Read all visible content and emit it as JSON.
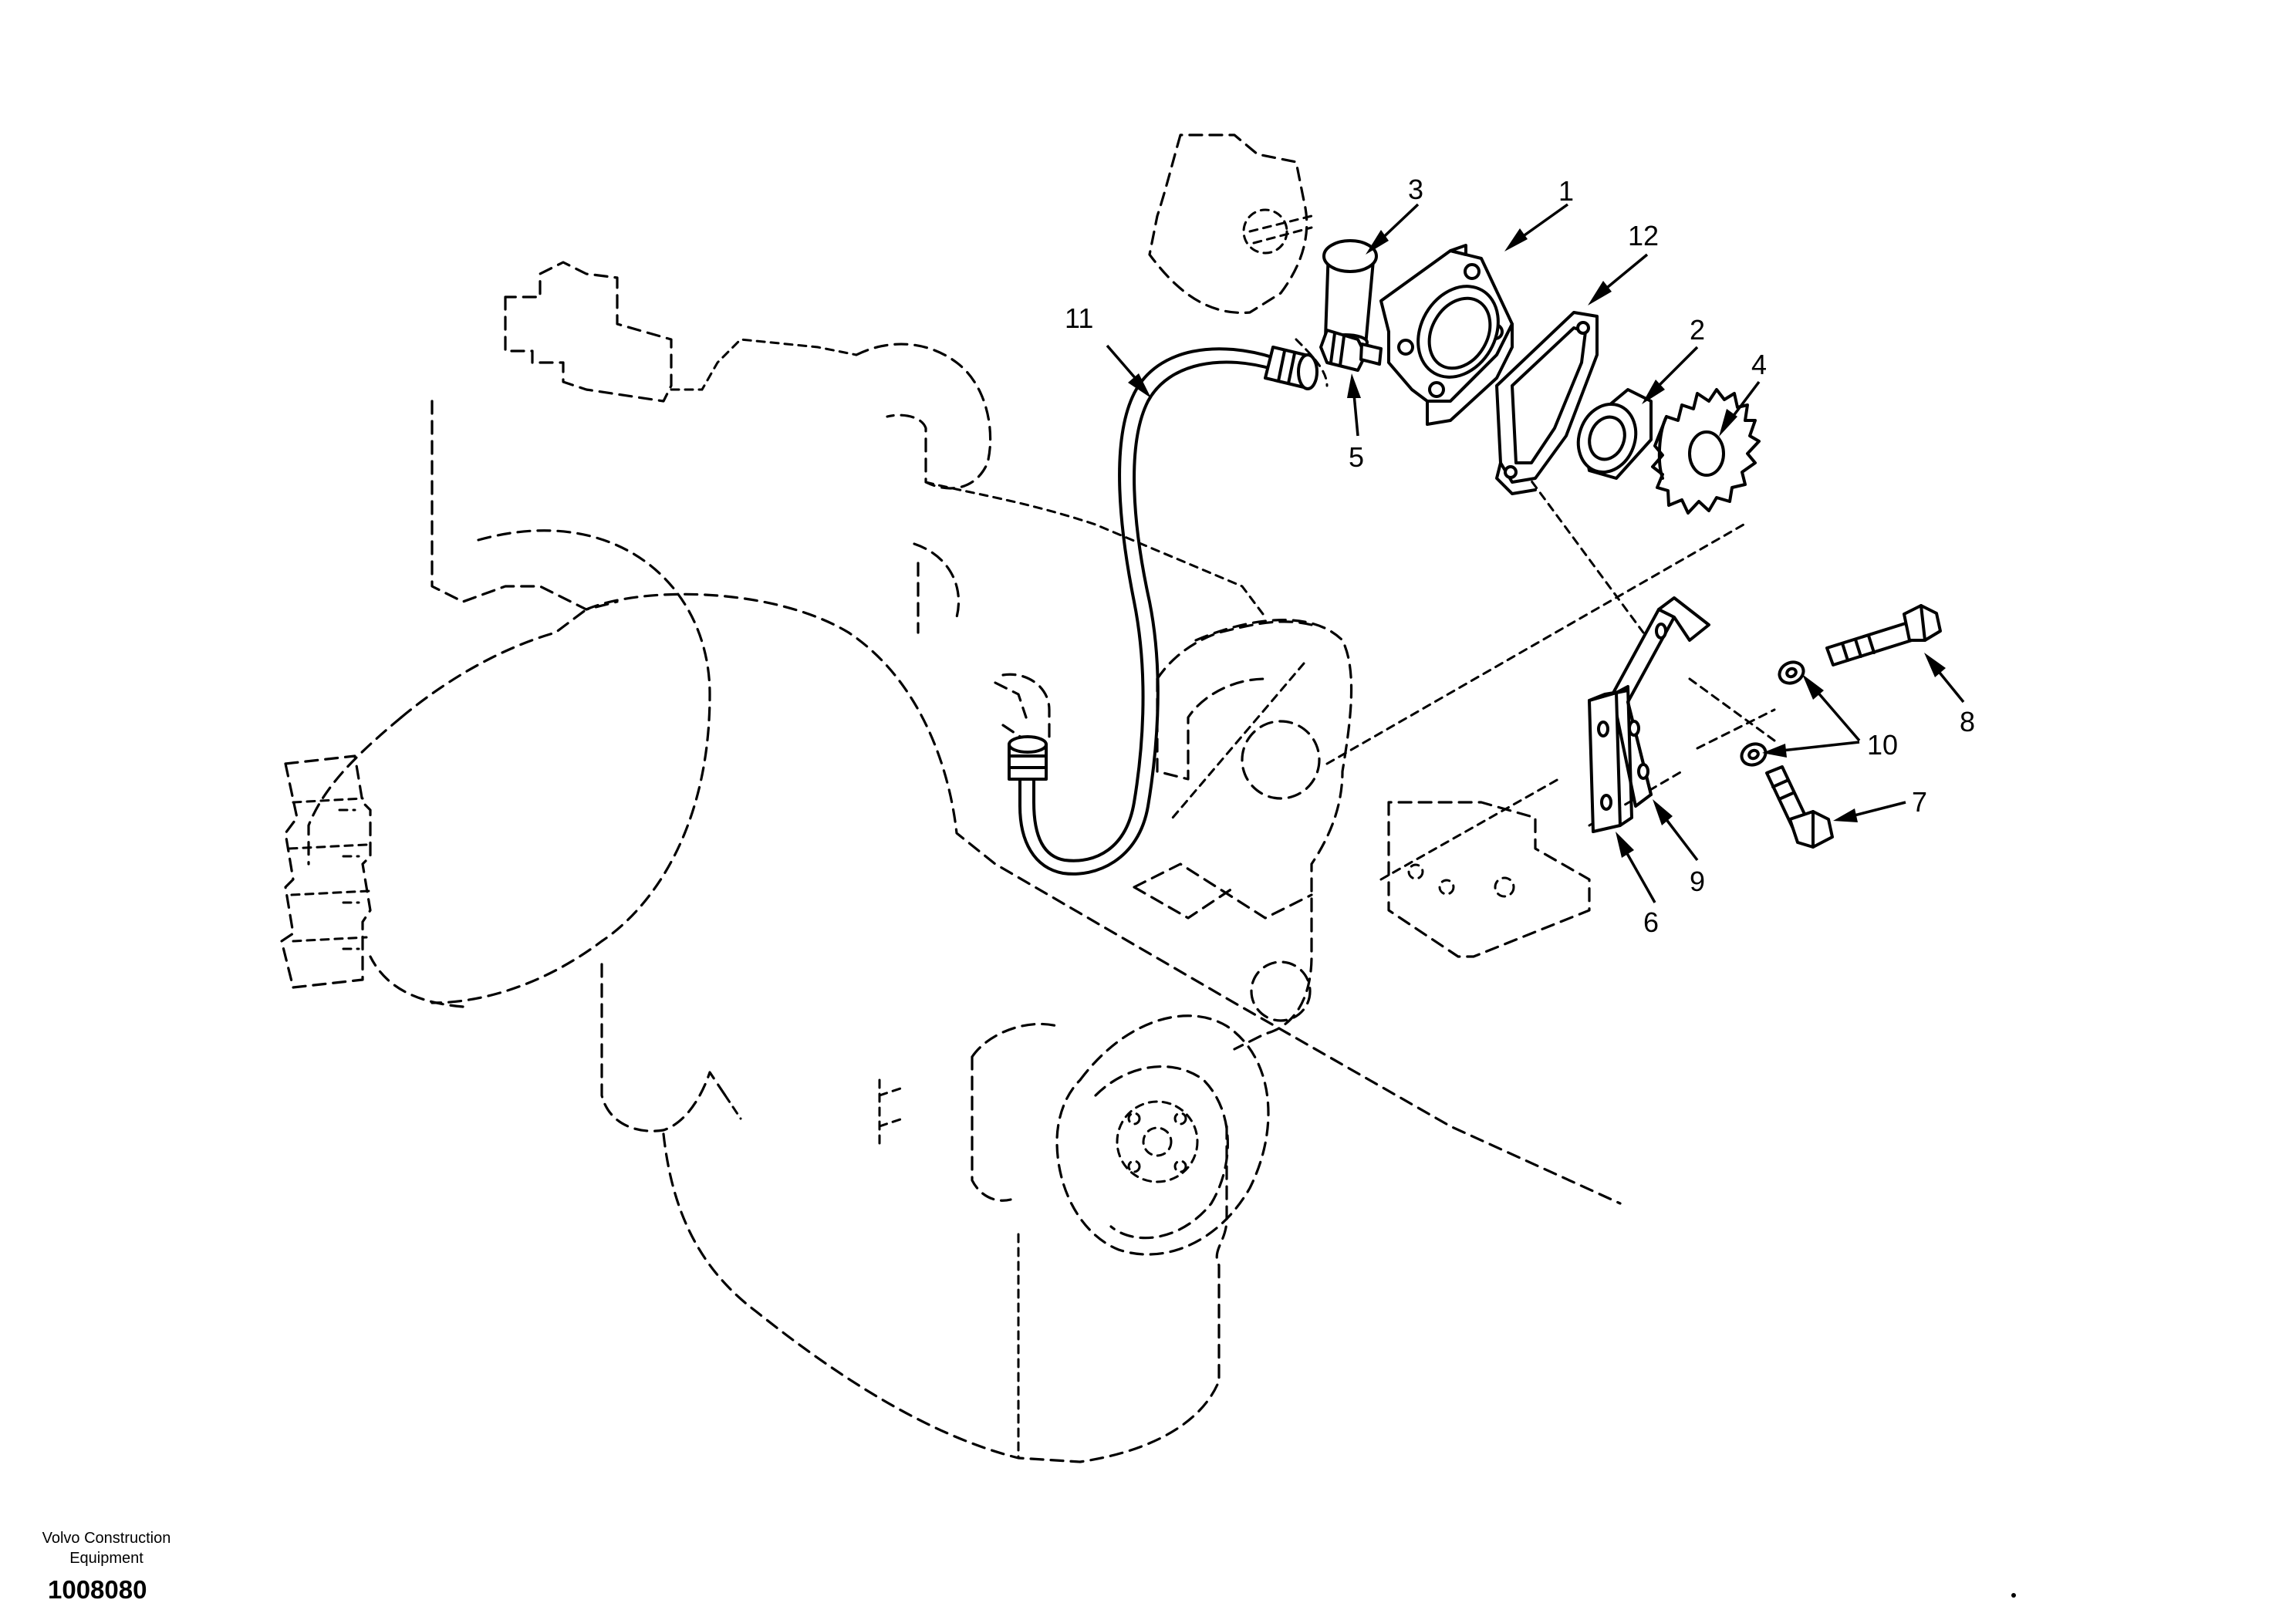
{
  "diagram": {
    "callouts": [
      {
        "id": "callout-1",
        "label": "1"
      },
      {
        "id": "callout-2",
        "label": "2"
      },
      {
        "id": "callout-3",
        "label": "3"
      },
      {
        "id": "callout-4",
        "label": "4"
      },
      {
        "id": "callout-5",
        "label": "5"
      },
      {
        "id": "callout-6",
        "label": "6"
      },
      {
        "id": "callout-7",
        "label": "7"
      },
      {
        "id": "callout-8",
        "label": "8"
      },
      {
        "id": "callout-9",
        "label": "9"
      },
      {
        "id": "callout-10",
        "label": "10"
      },
      {
        "id": "callout-11",
        "label": "11"
      },
      {
        "id": "callout-12",
        "label": "12"
      }
    ]
  },
  "footer": {
    "company_line_1": "Volvo Construction",
    "company_line_2": "Equipment",
    "reference_number": "1008080"
  }
}
